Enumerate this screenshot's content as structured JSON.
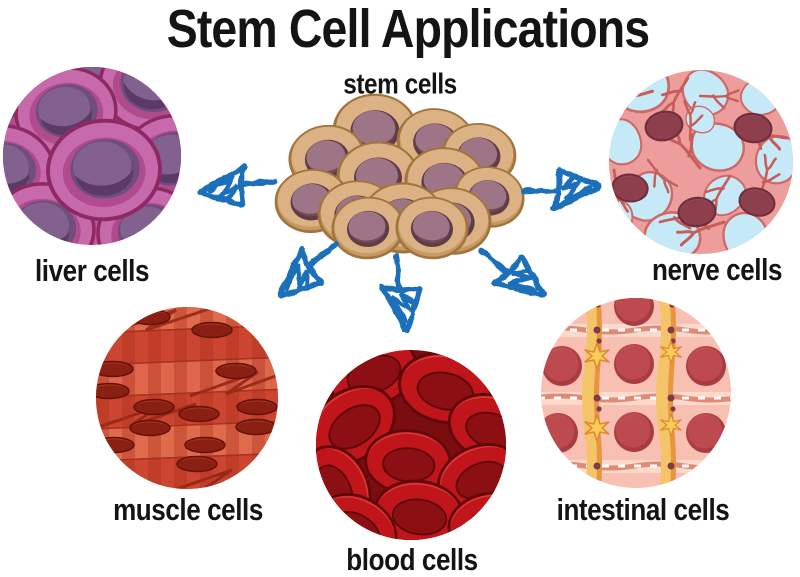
{
  "title": "Stem Cell Applications",
  "center": {
    "label": "stem cells"
  },
  "nodes": [
    {
      "id": "liver",
      "label": "liver cells"
    },
    {
      "id": "nerve",
      "label": "nerve cells"
    },
    {
      "id": "muscle",
      "label": "muscle cells"
    },
    {
      "id": "blood",
      "label": "blood cells"
    },
    {
      "id": "intestinal",
      "label": "intestinal cells"
    }
  ],
  "palette": {
    "background": "#ffffff",
    "text": "#141414",
    "arrow_blue": "#1d6fba",
    "stem_cell_body": "#dcb184",
    "stem_cell_nucleus": "#9e7487",
    "liver_pink": "#c76aab",
    "liver_nucleus": "#6f4d7c",
    "nerve_blue": "#c6e9f7",
    "nerve_tissue": "#ed9d9b",
    "muscle_red": "#d04a33",
    "blood_dark": "#7a0d10",
    "blood_cell": "#c0161b",
    "intestinal_pink": "#f7c0b2",
    "intestinal_nucleus": "#bc4a4e"
  }
}
